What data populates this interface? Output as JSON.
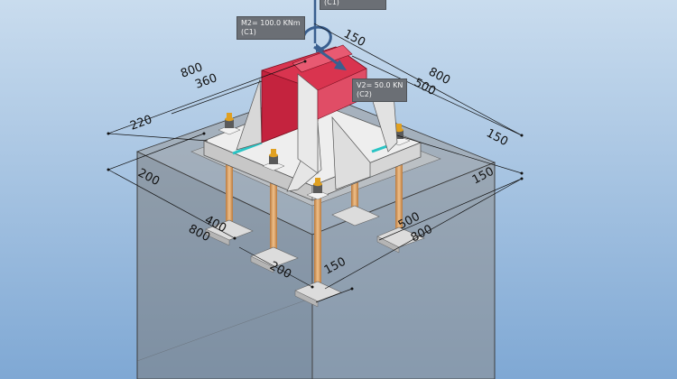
{
  "loads": {
    "top_label": {
      "line2": "(C1)"
    },
    "m2": {
      "value": "M2= 100.0 KNm",
      "case": "(C1)"
    },
    "v2": {
      "value": "V2= 50.0 KN",
      "case": "(C2)"
    }
  },
  "dimensions": {
    "d800_top_left": "800",
    "d360": "360",
    "d220": "220",
    "d200_left": "200",
    "d400": "400",
    "d800_bottom_left": "800",
    "d200_bottom": "200",
    "d150_top": "150",
    "d800_right": "800",
    "d500_right": "500",
    "d150_right": "150",
    "d150_right_lower": "150",
    "d500_lower": "500",
    "d800_lower": "800",
    "d150_bottom": "150"
  },
  "colors": {
    "background_top": "#c9dcee",
    "background_bottom": "#7fa8d4",
    "concrete": "#8b8b8b",
    "steel_plate": "#e4e4e4",
    "column": "#d9344f",
    "anchor": "#d9a36a",
    "nut": "#e0a020",
    "weld": "#29c4c4"
  }
}
